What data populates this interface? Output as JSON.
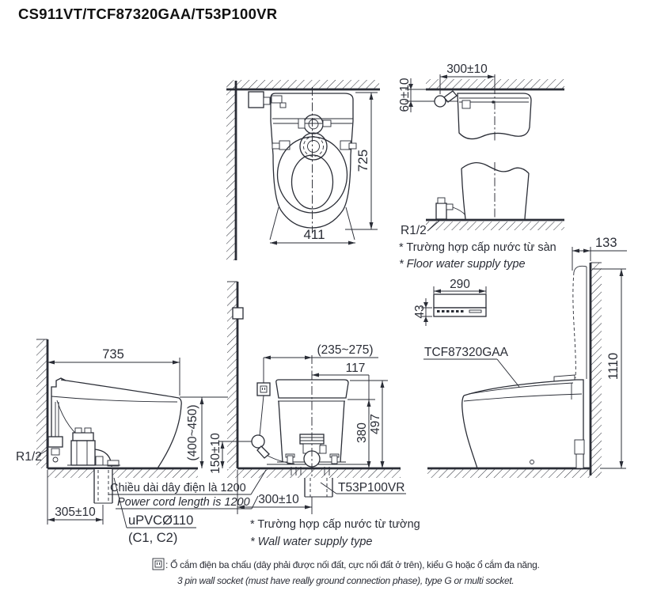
{
  "title": "CS911VT/TCF87320GAA/T53P100VR",
  "colors": {
    "ink": "#2a2d36",
    "background": "#ffffff"
  },
  "views": {
    "plan": {
      "dim_depth": "725",
      "dim_width": "411"
    },
    "plan_wall_supply": {
      "dim_offset": "300±10",
      "dim_height": "60±10"
    },
    "front_floor_supply": {
      "thread": "R1/2",
      "note_vi": "* Trường hợp cấp nước từ sàn",
      "note_en": "* Floor water supply type"
    },
    "remote": {
      "dim_width": "290",
      "dim_height": "43"
    },
    "side_right": {
      "dim_hose": "133",
      "dim_total_height": "1110",
      "label_washlet": "TCF87320GAA"
    },
    "side_left": {
      "dim_depth": "735",
      "thread": "R1/2",
      "dim_drain_offset": "305±10",
      "label_pipe": "uPVCØ110",
      "label_pipe_class": "(C1, C2)",
      "cord_vi": "Chiều dài dây điện là 1200",
      "cord_en": "Power cord length is 1200"
    },
    "rear_wall_supply": {
      "dim_socket_offset": "(235~275)",
      "dim_tank_cap": "117",
      "dim_h_tank_top": "497",
      "dim_h_shoulder": "380",
      "dim_socket_height": "(400~450)",
      "dim_valve_height": "150±10",
      "dim_drain_offset": "300±10",
      "label_drain": "T53P100VR",
      "note_vi": "* Trường hợp cấp nước từ tường",
      "note_en": "* Wall water supply type"
    }
  },
  "footer": {
    "socket_vi": ": Ổ cắm điện ba chấu (dây phải được nối đất, cực nối đất ở trên), kiểu G hoặc ổ cắm đa năng.",
    "socket_en": "3 pin wall socket (must have really ground connection phase), type G or multi socket."
  }
}
